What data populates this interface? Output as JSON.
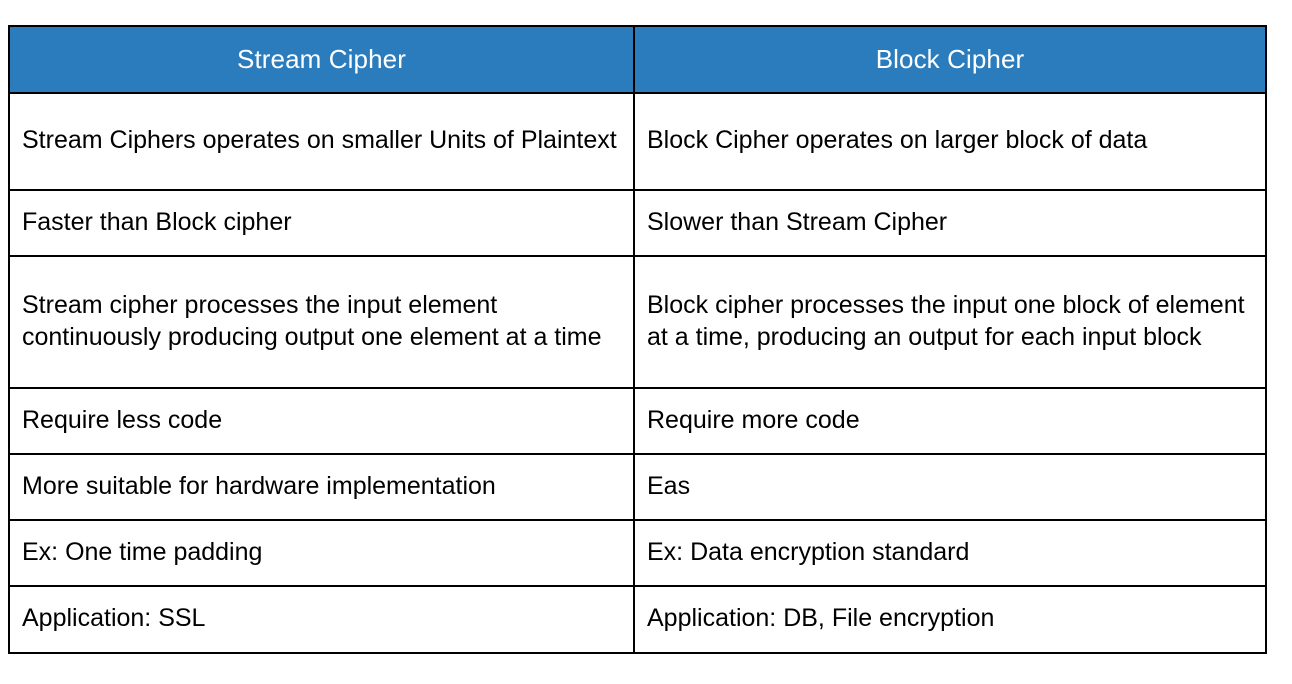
{
  "document": {
    "type": "comparison-table",
    "title": "Stream Cipher vs Block Cipher comparison table"
  },
  "colors": {
    "header_background": "#2a7cbd",
    "header_text": "#ffffff",
    "border": "#000000",
    "body_background": "#ffffff",
    "body_text": "#000000"
  },
  "table": {
    "headers": [
      {
        "label": "Stream Cipher"
      },
      {
        "label": "Block Cipher"
      }
    ],
    "rows": [
      {
        "left": "Stream Ciphers operates on smaller Units of Plaintext",
        "right": "Block Cipher operates on larger block of data"
      },
      {
        "left": "Faster than Block cipher",
        "right": "Slower than Stream Cipher"
      },
      {
        "left": "Stream cipher processes the input element continuously producing output one element at a time",
        "right": "Block cipher processes the input one block of element at a time, producing an output for each input block"
      },
      {
        "left": "Require less code",
        "right": "Require more code"
      },
      {
        "left": "More suitable for hardware implementation",
        "right": "Eas"
      },
      {
        "left": "Ex: One time padding",
        "right": "Ex: Data encryption standard"
      },
      {
        "left": "Application: SSL",
        "right": "Application: DB, File encryption"
      }
    ]
  }
}
